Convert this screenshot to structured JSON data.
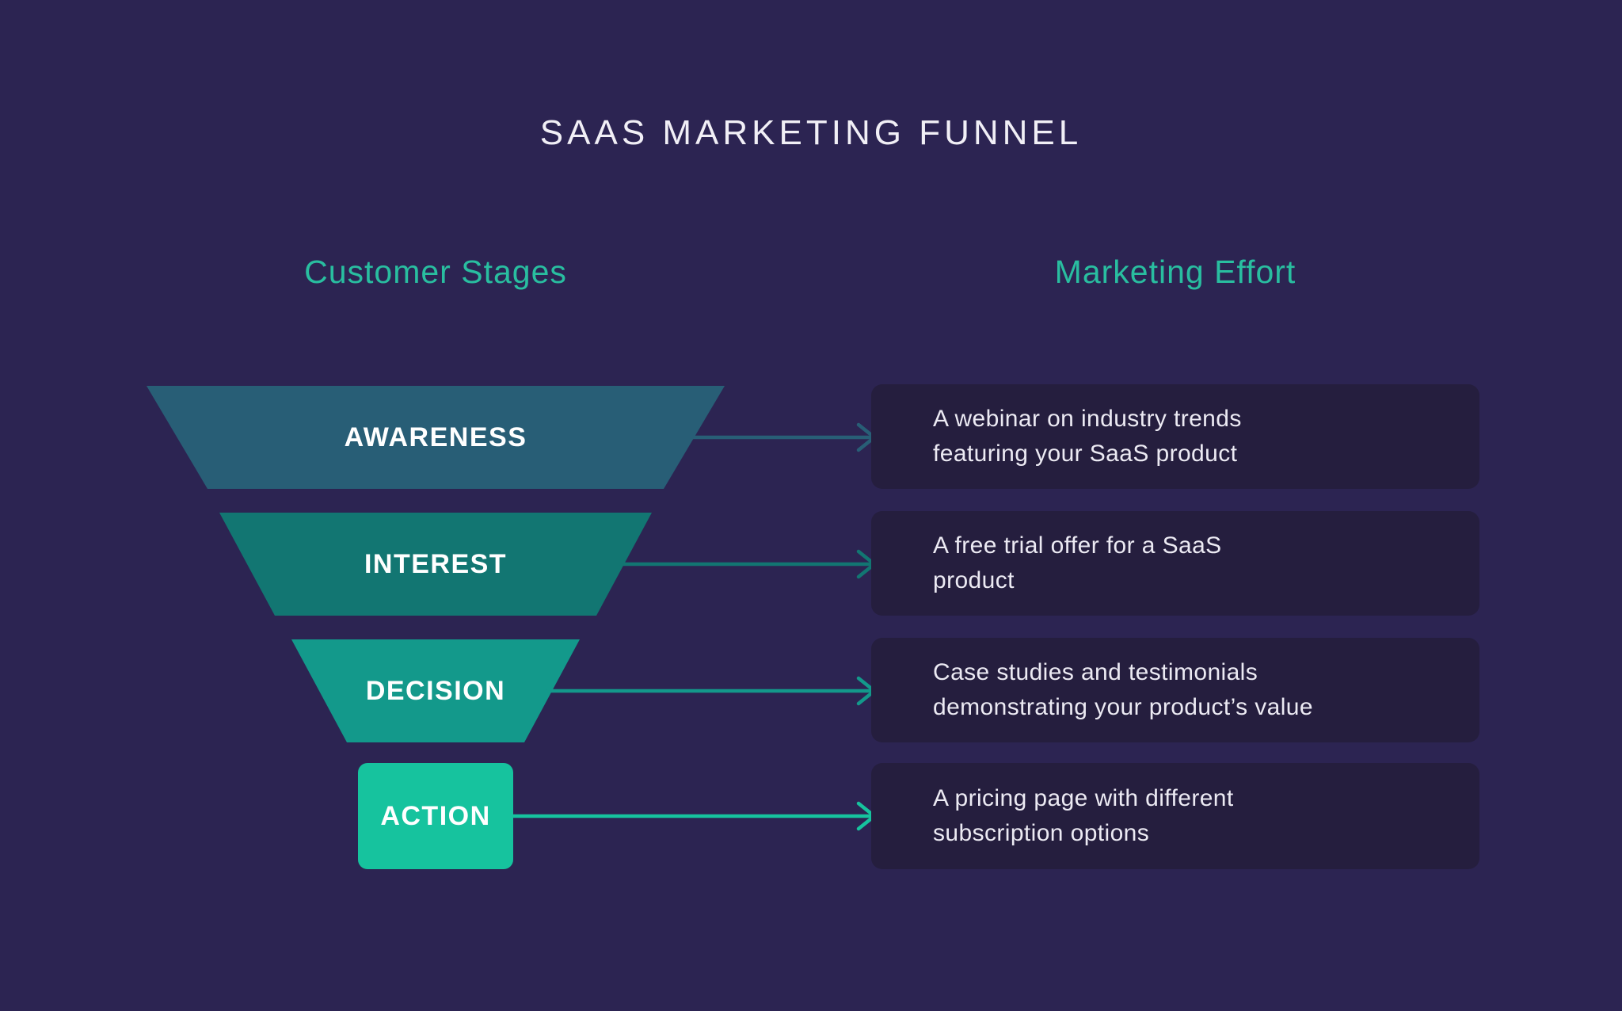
{
  "title": "SAAS MARKETING FUNNEL",
  "columns": {
    "left": "Customer Stages",
    "right": "Marketing Effort"
  },
  "funnel": {
    "stages": [
      {
        "label": "AWARENESS",
        "color": "#285E76"
      },
      {
        "label": "INTEREST",
        "color": "#127672"
      },
      {
        "label": "DECISION",
        "color": "#13998B"
      },
      {
        "label": "ACTION",
        "color": "#16C39E"
      }
    ]
  },
  "cards": [
    {
      "lines": [
        "A webinar on industry trends",
        "featuring your SaaS product"
      ]
    },
    {
      "lines": [
        "A free trial offer for a SaaS",
        "product"
      ]
    },
    {
      "lines": [
        "Case studies and testimonials",
        "demonstrating your product’s value"
      ]
    },
    {
      "lines": [
        "A pricing page with different",
        "subscription options"
      ]
    }
  ],
  "colors": {
    "background": "#2C2452",
    "card_background": "#251E3E",
    "heading_teal": "#29BEA0",
    "title_text": "#F1EFF6",
    "card_text": "#ECEAF3"
  }
}
